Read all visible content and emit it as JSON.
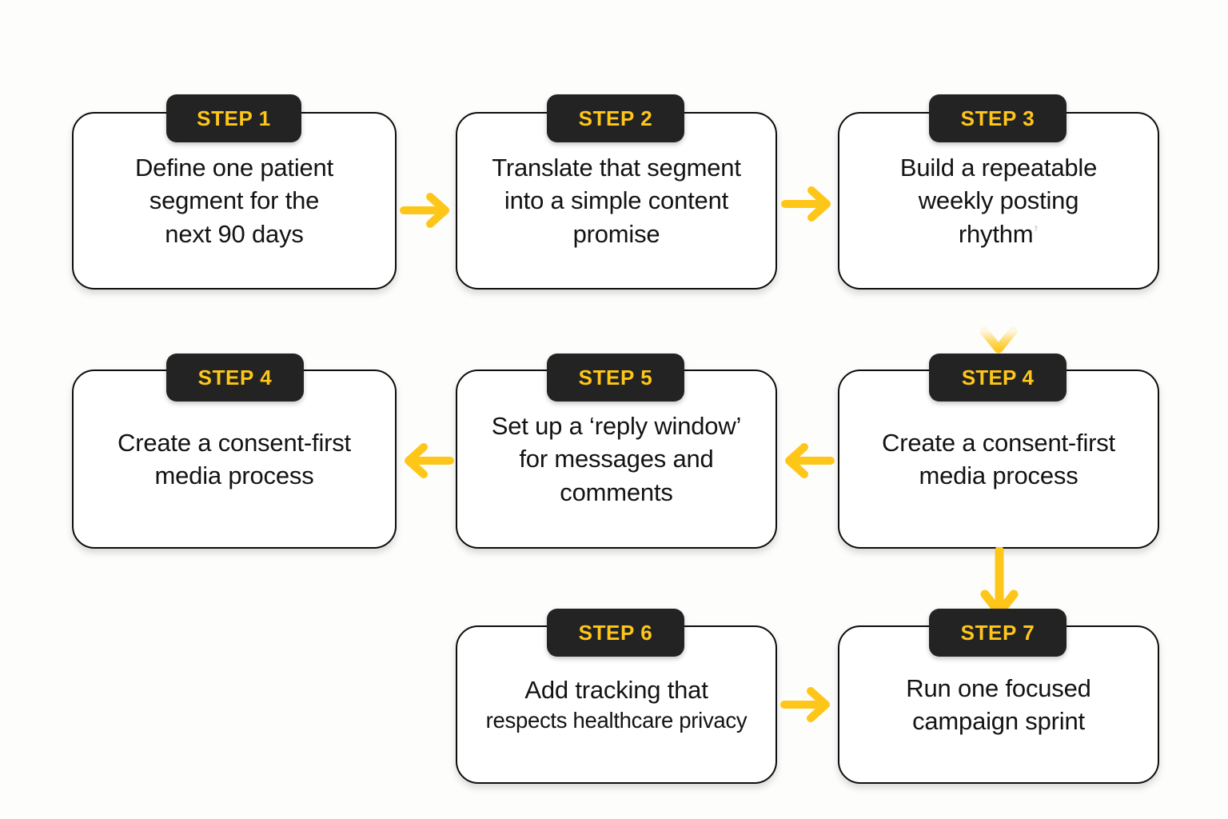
{
  "diagram": {
    "type": "flowchart",
    "background_color": "#fdfdfb",
    "accent_color": "#ffc61a",
    "badge_background_color": "#232323",
    "card_border_color": "#0d0d0d",
    "card_fill_color": "#ffffff",
    "text_color": "#131313"
  },
  "steps": [
    {
      "badge": "STEP 1",
      "lines": [
        "Define one patient",
        "segment for the",
        "next 90 days"
      ]
    },
    {
      "badge": "STEP 2",
      "lines": [
        "Translate that segment",
        "into a simple content",
        "promise"
      ]
    },
    {
      "badge": "STEP 3",
      "lines": [
        "Build a repeatable",
        "weekly posting",
        "rhythm"
      ]
    },
    {
      "badge": "STEP 4",
      "lines": [
        "Create a consent-first",
        "media process"
      ]
    },
    {
      "badge": "STEP 5",
      "lines": [
        "Set up a ‘reply window’",
        "for messages and",
        "comments"
      ]
    },
    {
      "badge": "STEP 4",
      "lines": [
        "Create a consent-first",
        "media process"
      ]
    },
    {
      "badge": "STEP 6",
      "lines": [
        "Add tracking that",
        "respects  healthcare privacy"
      ]
    },
    {
      "badge": "STEP 7",
      "lines": [
        "Run one focused",
        "campaign sprint"
      ]
    }
  ],
  "connectors": [
    {
      "name": "step1-to-step2",
      "direction": "right"
    },
    {
      "name": "step2-to-step3",
      "direction": "right"
    },
    {
      "name": "step3-to-step4right",
      "direction": "down"
    },
    {
      "name": "step4right-to-step5",
      "direction": "left"
    },
    {
      "name": "step5-to-step4left",
      "direction": "left"
    },
    {
      "name": "step4right-to-step7",
      "direction": "down"
    },
    {
      "name": "step6-to-step7",
      "direction": "right"
    }
  ]
}
